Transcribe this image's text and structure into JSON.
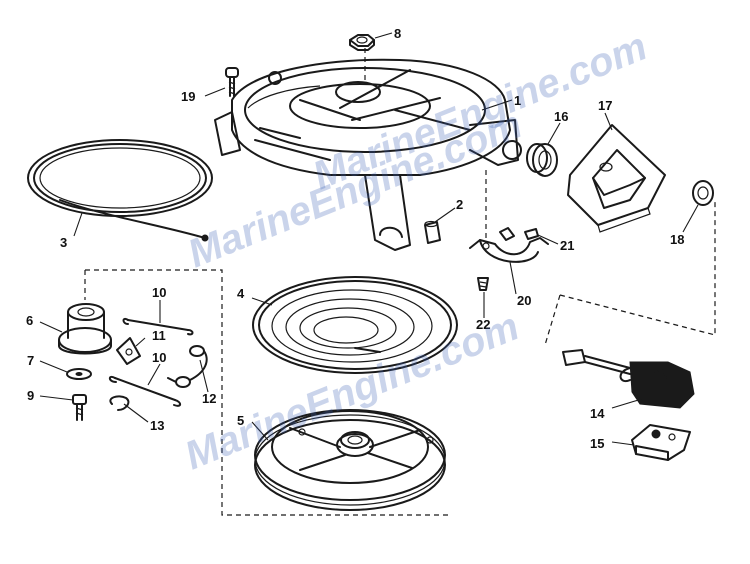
{
  "watermarks": [
    "MarineEngine.com",
    "MarineEngine.com",
    "MarineEngine.com"
  ],
  "callouts": [
    "1",
    "2",
    "3",
    "4",
    "5",
    "6",
    "7",
    "8",
    "9",
    "10",
    "10",
    "11",
    "12",
    "13",
    "14",
    "15",
    "16",
    "17",
    "18",
    "19",
    "20",
    "21",
    "22"
  ]
}
